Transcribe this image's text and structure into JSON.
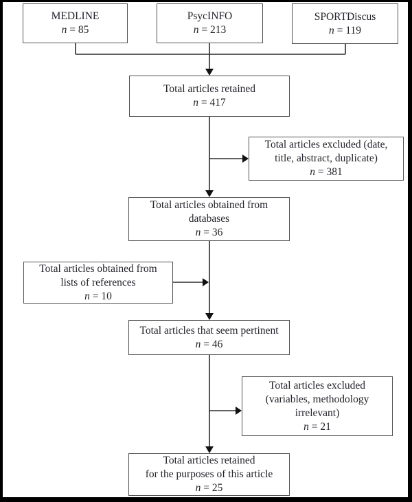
{
  "colors": {
    "frame": "#000000",
    "box_border": "#505050",
    "connector_line": "#2b2b2b",
    "arrowhead": "#111111",
    "text": "#23232b",
    "background": "#ffffff"
  },
  "boxes": {
    "medline": {
      "lines": [
        "MEDLINE"
      ],
      "n_var": "n",
      "n_rest": " = 85"
    },
    "psycinfo": {
      "lines": [
        "PsycINFO"
      ],
      "n_var": "n",
      "n_rest": " = 213"
    },
    "sportdiscus": {
      "lines": [
        "SPORTDiscus"
      ],
      "n_var": "n",
      "n_rest": " = 119"
    },
    "retained": {
      "lines": [
        "Total articles retained"
      ],
      "n_var": "n",
      "n_rest": " = 417"
    },
    "excluded_initial": {
      "lines": [
        "Total articles excluded (date,",
        "title, abstract, duplicate)"
      ],
      "n_var": "n",
      "n_rest": " = 381"
    },
    "databases": {
      "lines": [
        "Total articles obtained from",
        "databases"
      ],
      "n_var": "n",
      "n_rest": " = 36"
    },
    "references": {
      "lines": [
        "Total articles obtained from",
        "lists of references"
      ],
      "n_var": "n",
      "n_rest": " = 10"
    },
    "pertinent": {
      "lines": [
        "Total articles that seem pertinent"
      ],
      "n_var": "n",
      "n_rest": " = 46"
    },
    "excluded_final": {
      "lines": [
        "Total articles excluded",
        "(variables, methodology",
        "irrelevant)"
      ],
      "n_var": "n",
      "n_rest": " = 21"
    },
    "final": {
      "lines": [
        "Total articles retained",
        "for the purposes of this article"
      ],
      "n_var": "n",
      "n_rest": " = 25"
    }
  }
}
